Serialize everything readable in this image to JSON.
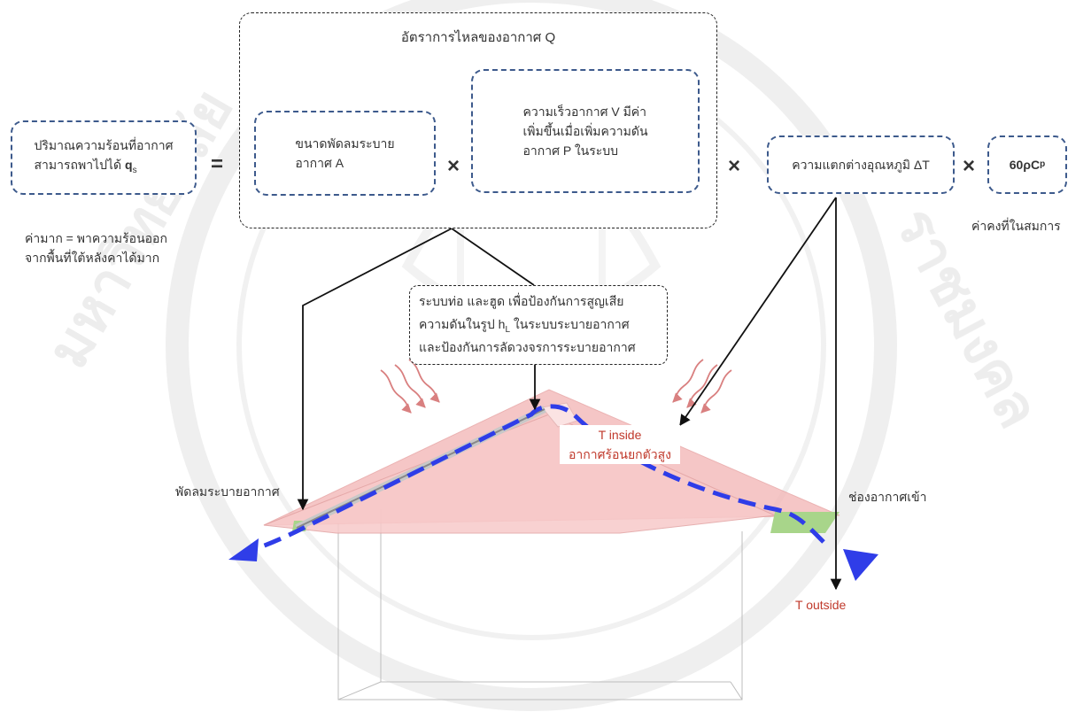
{
  "equation": {
    "heat_box": {
      "line1": "ปริมาณความร้อนที่อากาศ",
      "line2": "สามารถพาไปได้",
      "symbol": "q",
      "sub": "s"
    },
    "heat_note": {
      "line1": "ค่ามาก = พาความร้อนออก",
      "line2": "จากพื้นที่ใต้หลังคาได้มาก"
    },
    "equals": "=",
    "flow_title": "อัตราการไหลของอากาศ Q",
    "fan_box": {
      "line1": "ขนาดพัดลมระบาย",
      "line2": "อากาศ A"
    },
    "times": "×",
    "velocity_box": {
      "line1": "ความเร็วอากาศ V มีค่า",
      "line2": "เพิ่มขึ้นเมื่อเพิ่มความดัน",
      "line3": "อากาศ P ในระบบ"
    },
    "delta_box": "ความแตกต่างอุณหภูมิ ΔT",
    "const_box": {
      "text": "60ρC",
      "sub": "p"
    },
    "const_note": "ค่าคงที่ในสมการ"
  },
  "duct_note": {
    "line1": "ระบบท่อ และฮูด เพื่อป้องกันการสูญเสีย",
    "line2": "ความดันในรูป h",
    "sub": "L",
    "line2b": " ในระบบระบายอากาศ",
    "line3": "และป้องกันการลัดวงจรการระบายอากาศ"
  },
  "labels": {
    "fan": "พัดลมระบายอากาศ",
    "inlet": "ช่องอากาศเข้า",
    "t_inside": "T inside",
    "hot_air": "อากาศร้อนยกตัวสูง",
    "t_outside": "T outside"
  },
  "colors": {
    "box_border": "#3d5a8c",
    "airflow": "#2f3de8",
    "roof": "#f2b3b3",
    "inlet": "#a8d58a",
    "heat": "#c0392b"
  }
}
